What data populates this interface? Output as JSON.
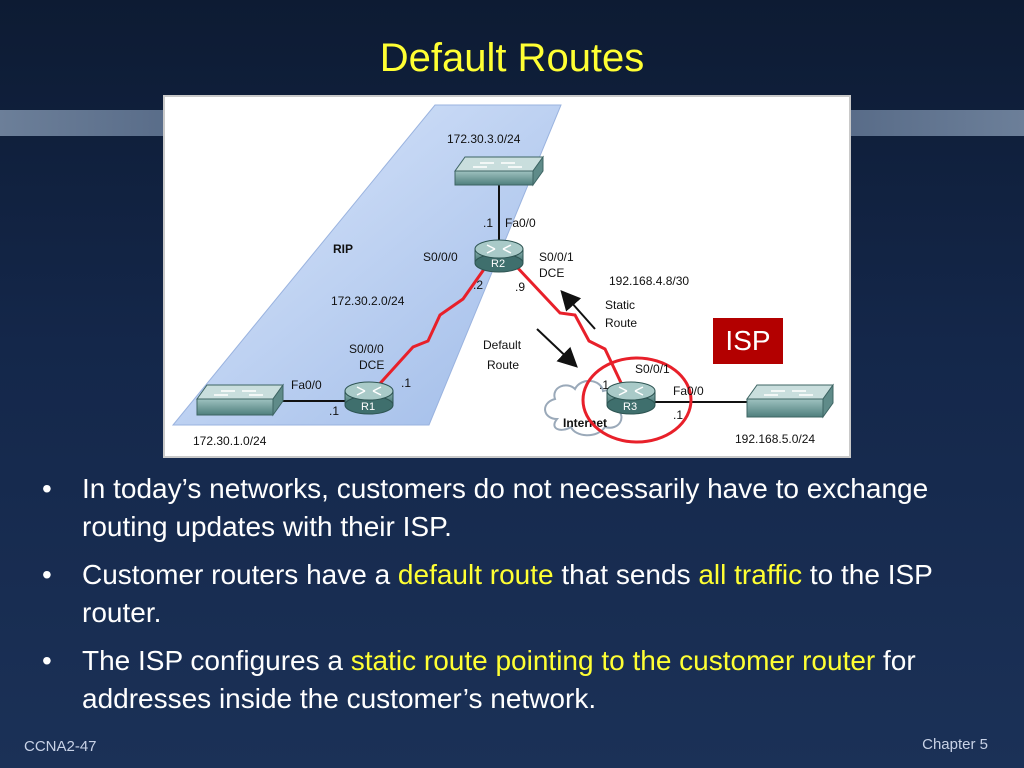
{
  "slide": {
    "title": "Default Routes",
    "isp_label": "ISP",
    "footer_left": "CCNA2-47",
    "footer_right": "Chapter 5"
  },
  "diagram": {
    "rip_label": "RIP",
    "internet_label": "Internet",
    "static_route_label": [
      "Static",
      "Route"
    ],
    "default_route_label": [
      "Default",
      "Route"
    ],
    "networks": {
      "top": "172.30.3.0/24",
      "r1_r2": "172.30.2.0/24",
      "left": "172.30.1.0/24",
      "r2_r3": "192.168.4.8/30",
      "right": "192.168.5.0/24"
    },
    "routers": [
      {
        "name": "R1"
      },
      {
        "name": "R2"
      },
      {
        "name": "R3"
      }
    ],
    "interfaces": {
      "r2_fa": "Fa0/0",
      "r2_fa_host": ".1",
      "r2_s000": "S0/0/0",
      "r2_s000_host": ".2",
      "r2_s001": "S0/0/1",
      "r2_s001_dce": "DCE",
      "r2_s001_host": ".9",
      "r1_s000": "S0/0/0",
      "r1_s000_dce": "DCE",
      "r1_s000_host": ".1",
      "r1_fa": "Fa0/0",
      "r1_fa_host": ".1",
      "r3_s001": "S0/0/1",
      "r3_s001_host": ".1",
      "r3_fa": "Fa0/0",
      "r3_fa_host": ".1"
    }
  },
  "bullets": [
    {
      "parts": [
        {
          "text": "In today’s networks, customers do not necessarily have to exchange routing updates with their ISP.",
          "hl": false
        }
      ]
    },
    {
      "parts": [
        {
          "text": "Customer routers have a ",
          "hl": false
        },
        {
          "text": "default route",
          "hl": true
        },
        {
          "text": " that sends ",
          "hl": false
        },
        {
          "text": "all traffic",
          "hl": true
        },
        {
          "text": " to the ISP router.",
          "hl": false
        }
      ]
    },
    {
      "parts": [
        {
          "text": "The ISP configures a ",
          "hl": false
        },
        {
          "text": "static route pointing to the customer router",
          "hl": true
        },
        {
          "text": " for addresses inside the customer’s network.",
          "hl": false
        }
      ]
    }
  ],
  "colors": {
    "title": "#ffff33",
    "highlight": "#ffff33",
    "isp_box": "#b30000",
    "serial_link": "#e8202a"
  }
}
